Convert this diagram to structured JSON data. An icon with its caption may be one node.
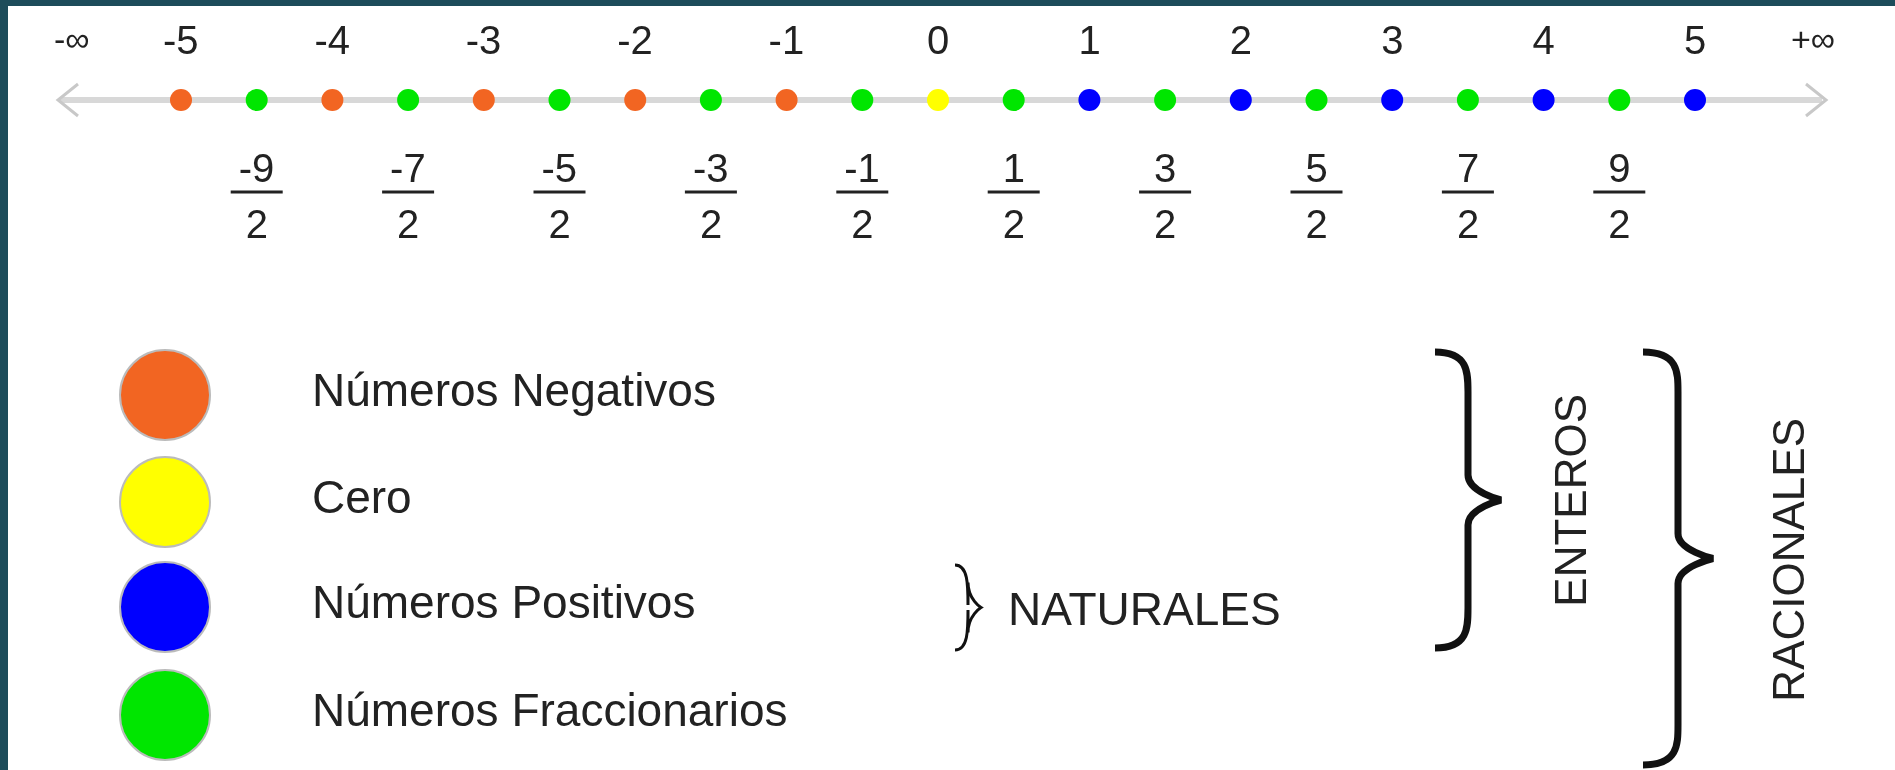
{
  "diagram": {
    "labels": [
      "-∞",
      "-5",
      "-4",
      "-3",
      "-2",
      "-1",
      "0",
      "1",
      "2",
      "3",
      "4",
      "5",
      "+∞",
      "-9",
      "2",
      "-7",
      "2",
      "-5",
      "2",
      "-3",
      "2",
      "-1",
      "2",
      "1",
      "2",
      "3",
      "2",
      "5",
      "2",
      "7",
      "2",
      "9",
      "2",
      "NATURALES",
      "ENTEROS",
      "RACIONALES"
    ],
    "legend": [
      {
        "text": "Números Negativos",
        "color": "#f26522"
      },
      {
        "text": "Cero",
        "color": "#ffff00"
      },
      {
        "text": "Números Positivos",
        "color": "#0000ff"
      },
      {
        "text": "Números Fraccionarios",
        "color": "#00e600"
      }
    ]
  }
}
